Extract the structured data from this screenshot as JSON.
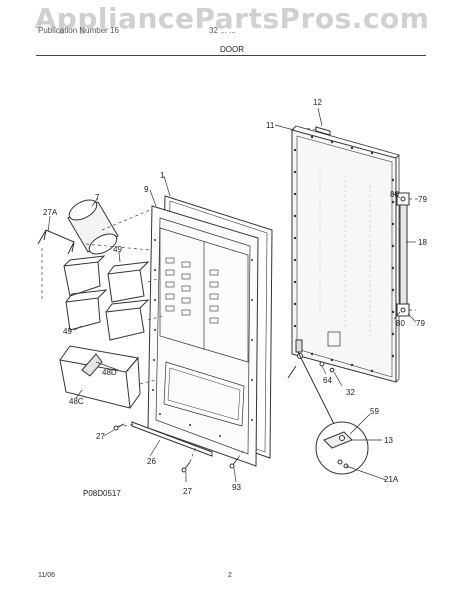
{
  "watermark": "AppliancePartsPros.com",
  "header": {
    "left": "Publication Number 16",
    "right": "32 ... ...",
    "title": "DOOR"
  },
  "callouts": {
    "c12": "12",
    "c11": "11",
    "c1": "1",
    "c9": "9",
    "c7": "7",
    "c27A": "27A",
    "c49a": "49",
    "c49b": "49",
    "c48D": "48D",
    "c48C": "48C",
    "c27a": "27",
    "c26": "26",
    "c27b": "27",
    "c93": "93",
    "c80a": "80",
    "c79a": "79",
    "c18": "18",
    "c80b": "80",
    "c79b": "79",
    "c64": "64",
    "c32": "32",
    "c59": "59",
    "c13": "13",
    "c21A": "21A"
  },
  "figure_code": "P08D0517",
  "footer": {
    "date": "11/06",
    "page": "2"
  }
}
